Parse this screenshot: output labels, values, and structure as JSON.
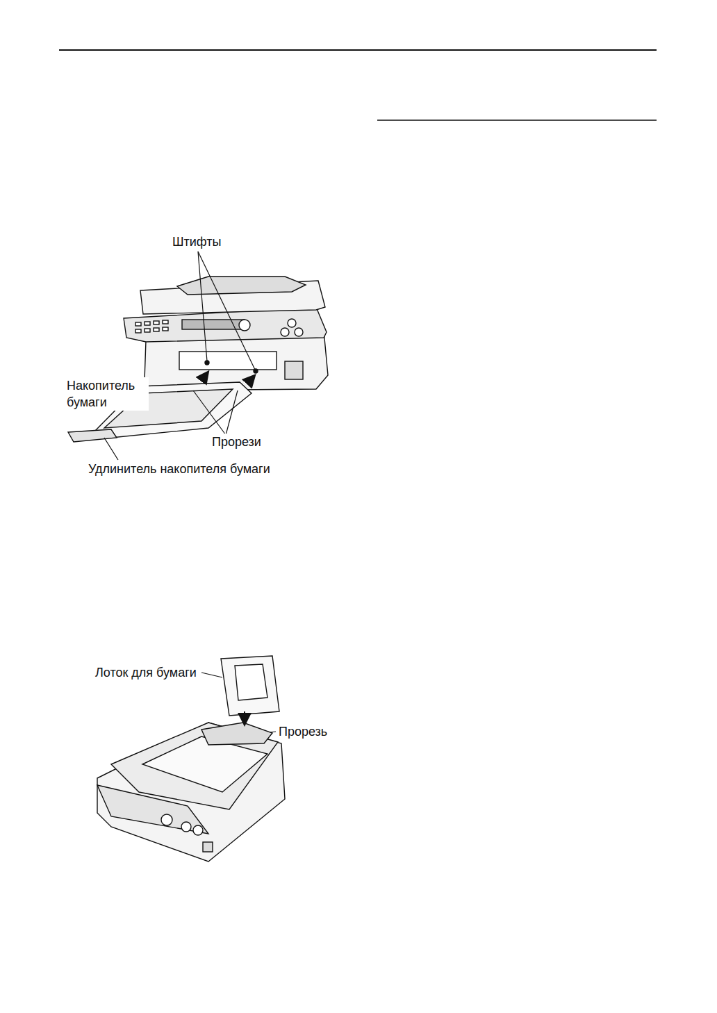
{
  "diagram": {
    "labels": [
      "Штифты",
      "Накопитель бумаги",
      "Прорези",
      "Удлинитель накопителя бумаги",
      "Лоток для бумаги",
      "Прорезь"
    ]
  }
}
